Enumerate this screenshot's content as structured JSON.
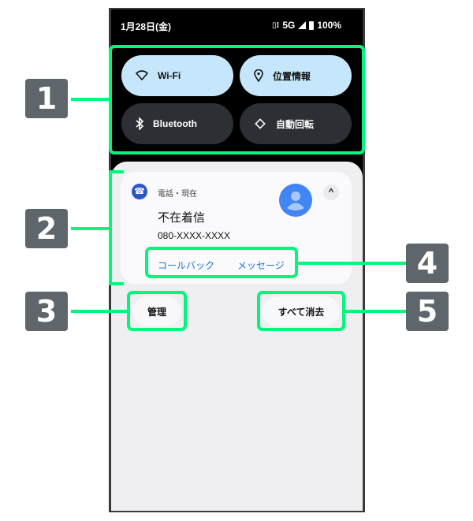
{
  "status_bar": {
    "date": "1月28日(金)",
    "network": "5G",
    "battery": "100%"
  },
  "quick_settings": [
    {
      "label": "Wi-Fi",
      "icon": "wifi-icon",
      "state": "on"
    },
    {
      "label": "位置情報",
      "icon": "location-icon",
      "state": "on"
    },
    {
      "label": "Bluetooth",
      "icon": "bluetooth-icon",
      "state": "off"
    },
    {
      "label": "自動回転",
      "icon": "rotate-icon",
      "state": "off"
    }
  ],
  "notification": {
    "app": "電話・現在",
    "title": "不在着信",
    "number": "080-XXXX-XXXX",
    "actions": [
      "コールバック",
      "メッセージ"
    ]
  },
  "buttons": {
    "manage": "管理",
    "clear_all": "すべて消去"
  },
  "callouts": [
    "1",
    "2",
    "3",
    "4",
    "5"
  ],
  "colors": {
    "accent": "#00f77c",
    "link": "#1a73e8",
    "tile_on": "#c6e7fb"
  }
}
